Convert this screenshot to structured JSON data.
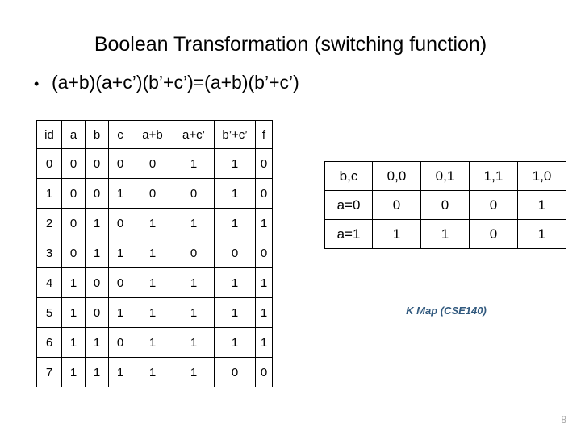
{
  "slide": {
    "title": "Boolean Transformation (switching function)",
    "bullet_marker": "•",
    "bullet_text": "(a+b)(a+c’)(b’+c’)=(a+b)(b’+c’)",
    "page_number": "8"
  },
  "colors": {
    "id_red": "#9B1C1C",
    "f_blue": "#31597E",
    "text_black": "#000000",
    "page_gray": "#A6A6A6"
  },
  "truth_table": {
    "headers": [
      "id",
      "a",
      "b",
      "c",
      "a+b",
      "a+c’",
      "b’+c’",
      "f"
    ],
    "rows": [
      [
        "0",
        "0",
        "0",
        "0",
        "0",
        "1",
        "1",
        "0"
      ],
      [
        "1",
        "0",
        "0",
        "1",
        "0",
        "0",
        "1",
        "0"
      ],
      [
        "2",
        "0",
        "1",
        "0",
        "1",
        "1",
        "1",
        "1"
      ],
      [
        "3",
        "0",
        "1",
        "1",
        "1",
        "0",
        "0",
        "0"
      ],
      [
        "4",
        "1",
        "0",
        "0",
        "1",
        "1",
        "1",
        "1"
      ],
      [
        "5",
        "1",
        "0",
        "1",
        "1",
        "1",
        "1",
        "1"
      ],
      [
        "6",
        "1",
        "1",
        "0",
        "1",
        "1",
        "1",
        "1"
      ],
      [
        "7",
        "1",
        "1",
        "1",
        "1",
        "1",
        "0",
        "0"
      ]
    ]
  },
  "kmap": {
    "corner_label": "b,c",
    "column_headers": [
      "0,0",
      "0,1",
      "1,1",
      "1,0"
    ],
    "rows": [
      {
        "label": "a=0",
        "values": [
          "0",
          "0",
          "0",
          "1"
        ]
      },
      {
        "label": "a=1",
        "values": [
          "1",
          "1",
          "0",
          "1"
        ]
      }
    ],
    "caption": "K Map (CSE140)"
  }
}
